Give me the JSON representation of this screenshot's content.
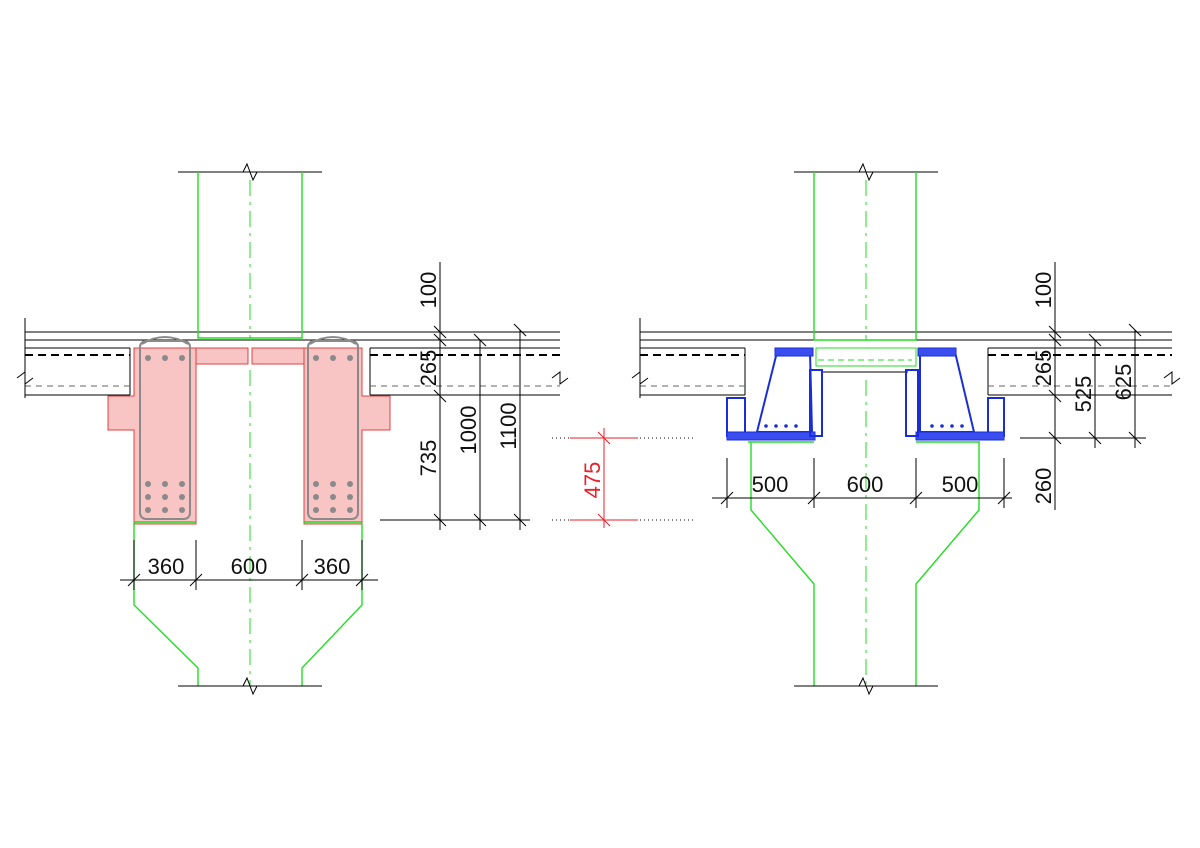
{
  "colors": {
    "outline": "#000000",
    "column": "#22dd22",
    "rc_fill": "#f9c4c4",
    "rc_edge": "#e04040",
    "steel": "#1a2ed8",
    "steel_fill": "#3a4ef0",
    "rebar": "#8a8a8a",
    "red_dim": "#e8202a"
  },
  "left_detail": {
    "dims_bottom": [
      "360",
      "600",
      "360"
    ],
    "dims_right": [
      "100",
      "265",
      "735",
      "1000",
      "1100"
    ]
  },
  "comparison": {
    "depth_difference": "475"
  },
  "right_detail": {
    "dims_bottom": [
      "500",
      "600",
      "500"
    ],
    "dims_right": [
      "100",
      "265",
      "525",
      "625",
      "260"
    ]
  }
}
